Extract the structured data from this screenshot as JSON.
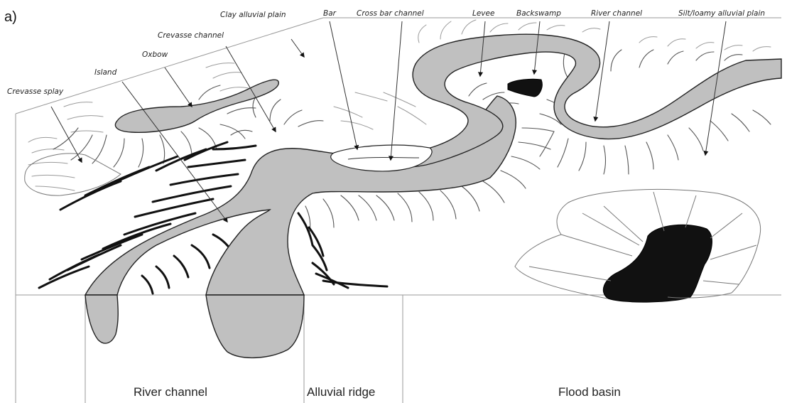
{
  "figure": {
    "panel_label": "a)",
    "callouts": [
      {
        "key": "clay",
        "text": "Clay alluvial plain"
      },
      {
        "key": "crevasse_channel",
        "text": "Crevasse channel"
      },
      {
        "key": "oxbow",
        "text": "Oxbow"
      },
      {
        "key": "island",
        "text": "Island"
      },
      {
        "key": "crevasse_splay",
        "text": "Crevasse splay"
      },
      {
        "key": "bar",
        "text": "Bar"
      },
      {
        "key": "cross_bar",
        "text": "Cross bar channel"
      },
      {
        "key": "levee",
        "text": "Levee"
      },
      {
        "key": "backswamp",
        "text": "Backswamp"
      },
      {
        "key": "river_channel_top",
        "text": "River channel"
      },
      {
        "key": "silt",
        "text": "Silt/loamy  alluvial plain"
      }
    ],
    "zones": [
      {
        "key": "river_channel",
        "text": "River channel"
      },
      {
        "key": "alluvial_ridge",
        "text": "Alluvial ridge"
      },
      {
        "key": "flood_basin",
        "text": "Flood basin"
      }
    ]
  }
}
